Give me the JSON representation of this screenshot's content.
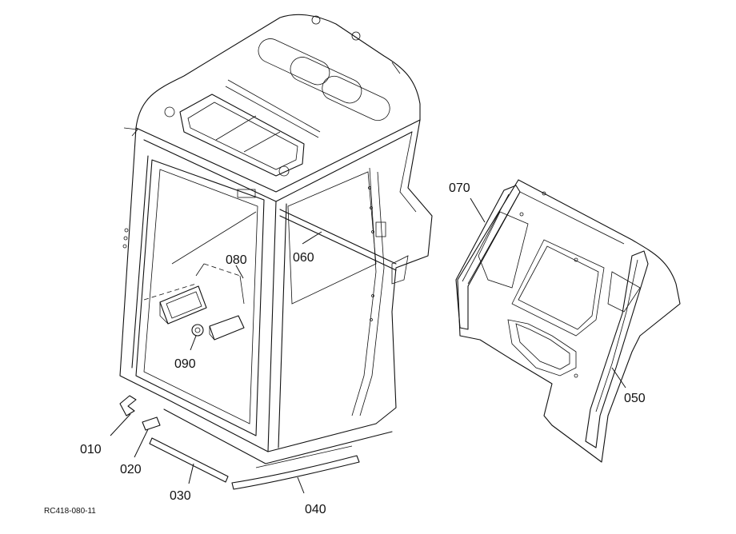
{
  "drawing_ref": "RC418-080-11",
  "parts": [
    {
      "id": "p010",
      "label": "010"
    },
    {
      "id": "p020",
      "label": "020"
    },
    {
      "id": "p030",
      "label": "030"
    },
    {
      "id": "p040",
      "label": "040"
    },
    {
      "id": "p050",
      "label": "050"
    },
    {
      "id": "p060",
      "label": "060"
    },
    {
      "id": "p070",
      "label": "070"
    },
    {
      "id": "p080",
      "label": "080"
    },
    {
      "id": "p090",
      "label": "090"
    }
  ]
}
